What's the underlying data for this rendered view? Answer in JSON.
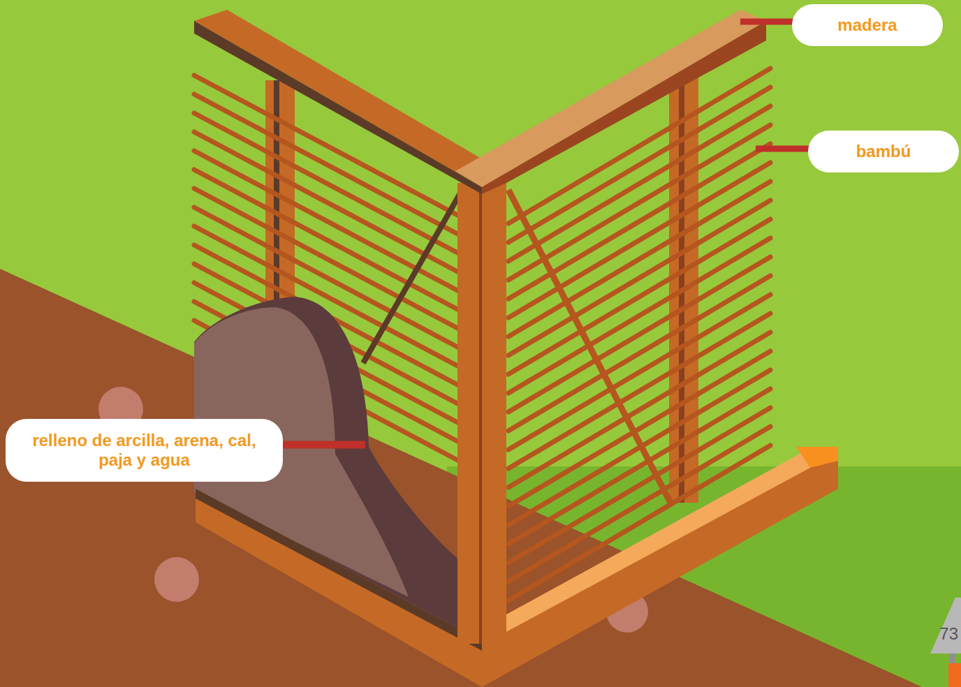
{
  "diagram": {
    "nodes": [
      {
        "text": [
          "madera"
        ]
      },
      {
        "text": [
          "bambú"
        ]
      },
      {
        "text": [
          "relleno de arcilla, arena, cal, paja y agua"
        ]
      }
    ],
    "labels": [
      "73"
    ]
  }
}
